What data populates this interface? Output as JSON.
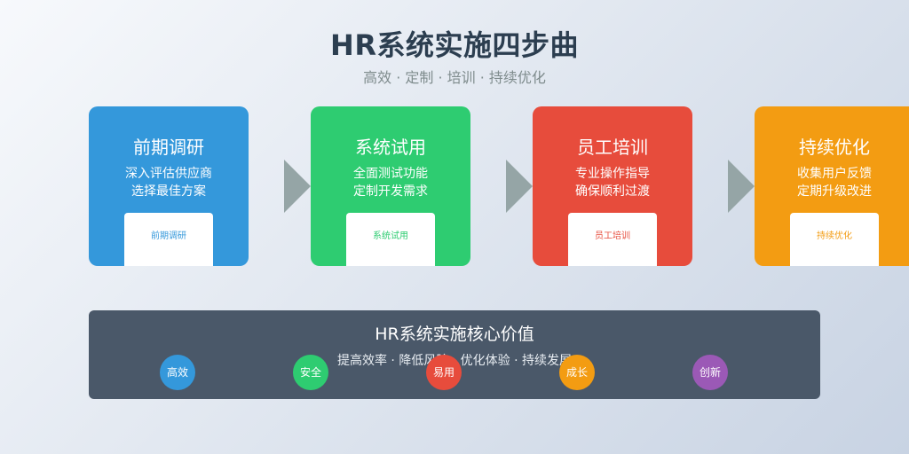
{
  "header": {
    "title": "HR系统实施四步曲",
    "subtitle": "高效 · 定制 · 培训 · 持续优化"
  },
  "steps": [
    {
      "title": "前期调研",
      "line1": "深入评估供应商",
      "line2": "选择最佳方案",
      "box_text": "前期调研",
      "color": "#3498db"
    },
    {
      "title": "系统试用",
      "line1": "全面测试功能",
      "line2": "定制开发需求",
      "box_text": "系统试用",
      "color": "#2ecc71"
    },
    {
      "title": "员工培训",
      "line1": "专业操作指导",
      "line2": "确保顺利过渡",
      "box_text": "员工培训",
      "color": "#e74c3c"
    },
    {
      "title": "持续优化",
      "line1": "收集用户反馈",
      "line2": "定期升级改进",
      "box_text": "持续优化",
      "color": "#f39c12"
    }
  ],
  "summary": {
    "title": "HR系统实施核心价值",
    "subtitle": "提高效率 · 降低风险 · 优化体验 · 持续发展",
    "background": "#4a5869"
  },
  "badges": [
    {
      "label": "高效",
      "color": "#3498db"
    },
    {
      "label": "安全",
      "color": "#2ecc71"
    },
    {
      "label": "易用",
      "color": "#e74c3c"
    },
    {
      "label": "成长",
      "color": "#f39c12"
    },
    {
      "label": "创新",
      "color": "#9b59b6"
    }
  ],
  "arrow_color": "#95a5a6"
}
